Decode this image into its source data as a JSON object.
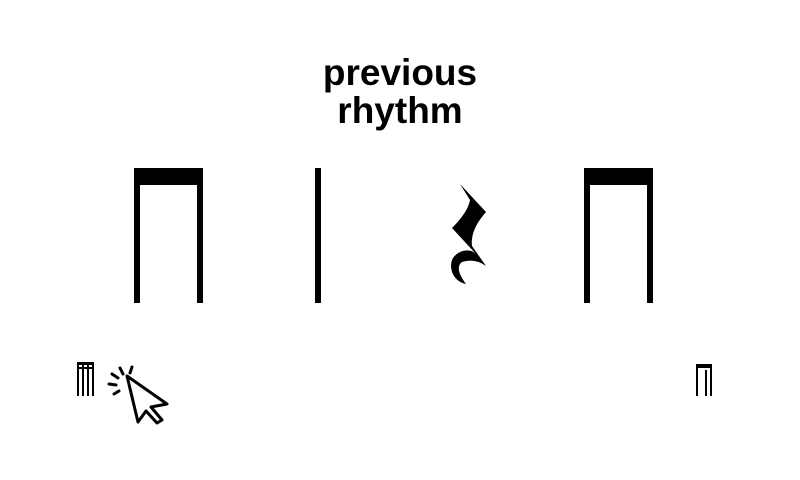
{
  "title": {
    "line1": "previous",
    "line2": "rhythm"
  },
  "rhythm": {
    "notation": [
      "eighth-note-pair",
      "quarter-note",
      "quarter-rest",
      "eighth-note-pair"
    ]
  },
  "controls": {
    "previous": {
      "icon": "sixteenth-notes-icon"
    },
    "cursor": {
      "icon": "hand-pointer-click-icon"
    },
    "next": {
      "icon": "eighth-notes-icon"
    }
  },
  "colors": {
    "ink": "#000000",
    "background": "#ffffff"
  }
}
